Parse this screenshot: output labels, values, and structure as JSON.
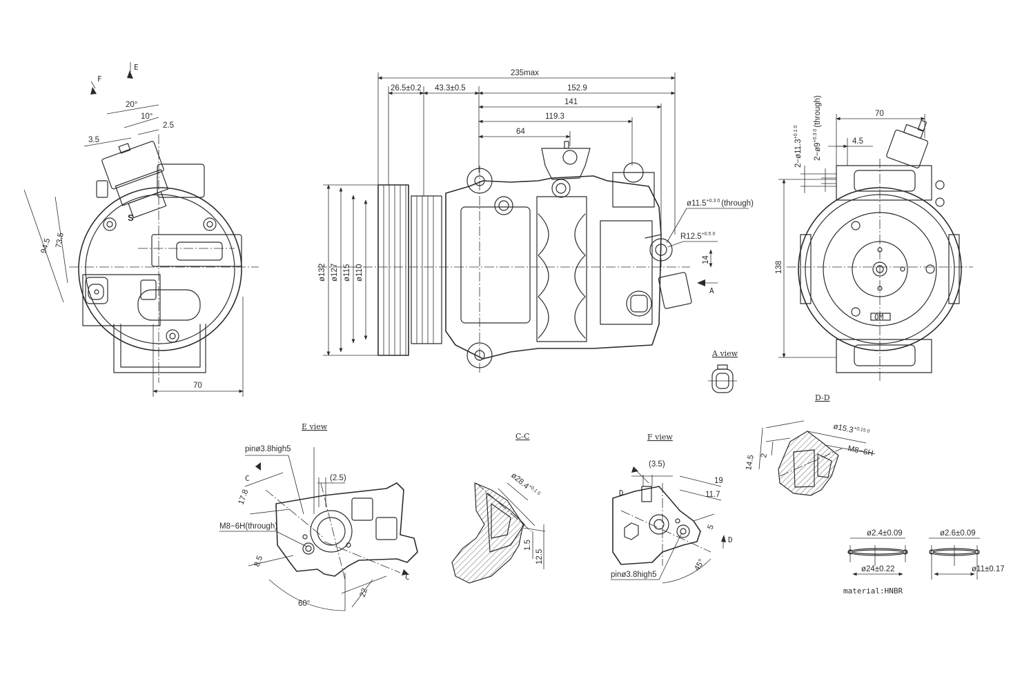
{
  "labels": {
    "d_235max": "235max",
    "d_26_5": "26.5±0.2",
    "d_43_3": "43.3±0.5",
    "d_152_9": "152.9",
    "d_141": "141",
    "d_119_3": "119.3",
    "d_64": "64",
    "d_11_5": "ø11.5",
    "d_11_5_tol": "+0.3 0",
    "d_through": "(through)",
    "d_r12_5": "R12.5",
    "d_r12_5_tol": "+0.5 0",
    "d_14": "14",
    "arrow_a": "A",
    "d_132": "ø132",
    "d_127": "ø127",
    "d_115": "ø115",
    "d_110": "ø110",
    "a_view": "A view",
    "left_70": "70",
    "left_20": "20°",
    "left_10": "10°",
    "left_2_5": "2.5",
    "left_3_5": "3.5",
    "left_73_5": "73.5",
    "left_94_5": "94.5",
    "left_f": "F",
    "left_e": "E",
    "left_s": "S",
    "right_70": "70",
    "right_4_5": "4.5",
    "right_138": "138",
    "right_2_11_3": "2−ø11.3",
    "right_2_11_3_tol": "+0.1 0",
    "right_2_9": "2−ø9",
    "right_2_9_tol": "+0.3 0",
    "right_through": "(through)",
    "right_om": "OM",
    "e_view": "E view",
    "e_pin": "pinø3.8high5",
    "e_2_5": "(2.5)",
    "e_17_8": "17.8",
    "e_m8": "M8−6H(through)",
    "e_8_5": "8.5",
    "e_60": "60°",
    "e_22": "22",
    "e_c_top": "C",
    "e_c_bottom": "C",
    "cc_title": "C-C",
    "cc_28_4": "ø28.4",
    "cc_28_4_tol": "+0.1 0",
    "cc_1_5": "1.5",
    "cc_12_5": "12.5",
    "f_view": "F view",
    "f_3_5": "(3.5)",
    "f_19": "19",
    "f_11_7": "11.7",
    "f_5": "5",
    "f_45": "45°",
    "f_pin": "pinø3.8high5",
    "f_d_top": "D",
    "f_d_right": "D",
    "dd_title": "D-D",
    "dd_15_3": "ø15.3",
    "dd_15_3_tol": "+0.15 0",
    "dd_m8": "M8−6H",
    "dd_14_5": "14.5",
    "dd_2": "2",
    "oring1_cs": "ø2.4±0.09",
    "oring1_id": "ø24±0.22",
    "oring2_cs": "ø2.6±0.09",
    "oring2_id": "ø11±0.17",
    "material": "material:HNBR"
  }
}
